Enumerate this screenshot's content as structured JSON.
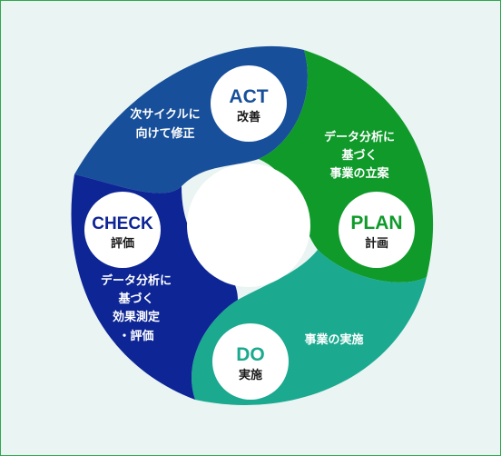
{
  "colors": {
    "background": "#e9f4f3",
    "act": "#174f9a",
    "plan": "#0f9a2a",
    "do": "#1ba98f",
    "check": "#0d2595"
  },
  "stages": {
    "act": {
      "title": "ACT",
      "subtitle": "改善",
      "lines": [
        "次サイクルに",
        "向けて修正"
      ]
    },
    "plan": {
      "title": "PLAN",
      "subtitle": "計画",
      "lines": [
        "データ分析に",
        "基づく",
        "事業の立案"
      ]
    },
    "do": {
      "title": "DO",
      "subtitle": "実施",
      "lines": [
        "事業の実施"
      ]
    },
    "check": {
      "title": "CHECK",
      "subtitle": "評価",
      "lines": [
        "データ分析に",
        "基づく",
        "効果測定",
        "・評価"
      ]
    }
  }
}
